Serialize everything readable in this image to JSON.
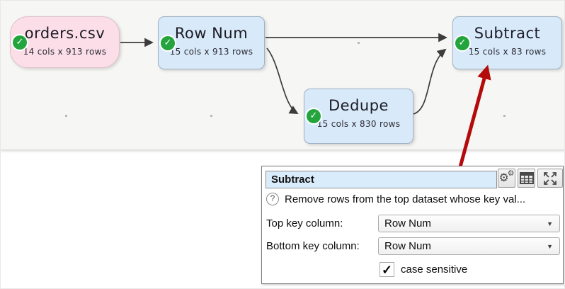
{
  "canvas": {
    "background": "#f6f6f4",
    "check_color": "#23a43c",
    "edge_color": "#3c3c3c",
    "nodes": [
      {
        "title": "orders.csv",
        "subtitle": "14 cols x 913 rows",
        "kind": "source",
        "color": "#fcdee8",
        "status": "ok"
      },
      {
        "title": "Row Num",
        "subtitle": "15 cols x 913 rows",
        "kind": "transform",
        "color": "#d8e9f9",
        "status": "ok"
      },
      {
        "title": "Dedupe",
        "subtitle": "15 cols x 830 rows",
        "kind": "transform",
        "color": "#d8e9f9",
        "status": "ok"
      },
      {
        "title": "Subtract",
        "subtitle": "15 cols x 83 rows",
        "kind": "transform",
        "color": "#d8e9f9",
        "status": "ok"
      }
    ],
    "connections": [
      {
        "from": "orders.csv",
        "to": "Row Num"
      },
      {
        "from": "Row Num",
        "to": "Subtract"
      },
      {
        "from": "Row Num",
        "to": "Dedupe"
      },
      {
        "from": "Dedupe",
        "to": "Subtract"
      }
    ],
    "annotation_arrow": {
      "color": "#b30b0b",
      "points_to": "Subtract"
    }
  },
  "panel": {
    "name_field": {
      "value": "Subtract"
    },
    "toolbar": {
      "icons": [
        "gear",
        "table",
        "expand"
      ]
    },
    "help": {
      "icon": "?",
      "text": "Remove rows from the top dataset whose key val..."
    },
    "fields": [
      {
        "label": "Top key column:",
        "value": "Row Num"
      },
      {
        "label": "Bottom key column:",
        "value": "Row Num"
      }
    ],
    "checkbox": {
      "label": "case sensitive",
      "checked": true
    }
  },
  "glyphs": {
    "check": "✓",
    "dropdown_arrow": "▼",
    "gear": "⚙",
    "checkbox_mark": "✓"
  }
}
